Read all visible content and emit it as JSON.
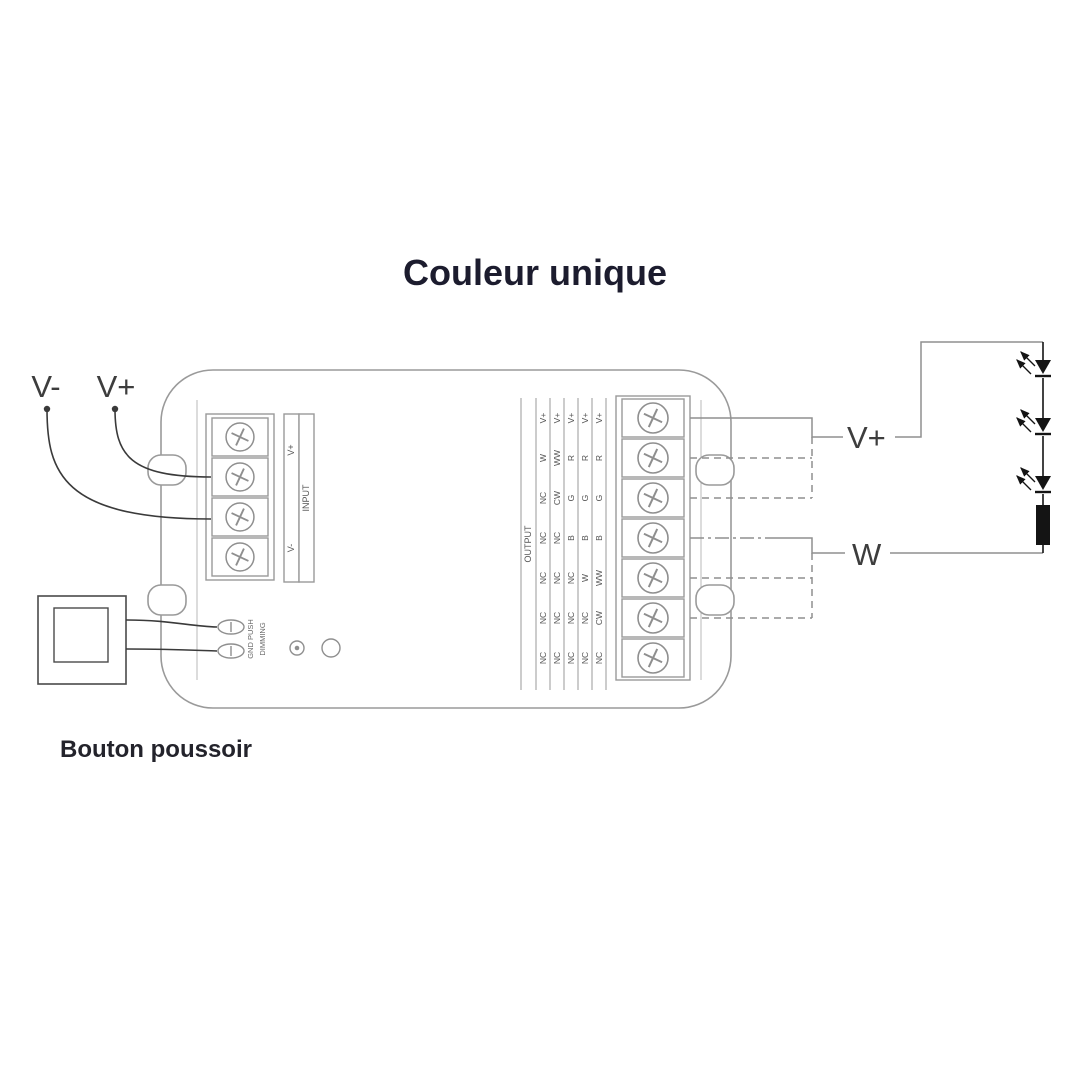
{
  "title": "Couleur unique",
  "push_button": {
    "label": "Bouton poussoir"
  },
  "power_input": {
    "v_minus": "V-",
    "v_plus": "V+"
  },
  "output_connections": {
    "v_plus": "V+",
    "w": "W"
  },
  "device": {
    "input": {
      "label": "INPUT",
      "v_plus": "V+",
      "v_minus": "V-"
    },
    "dimming": {
      "label": "DIMMING",
      "gnd_push": "GND PUSH"
    },
    "output": {
      "label": "OUTPUT",
      "pin_rows": [
        [
          "V+",
          "V+",
          "V+",
          "V+",
          "V+"
        ],
        [
          "W",
          "WW",
          "R",
          "R",
          "R"
        ],
        [
          "NC",
          "CW",
          "G",
          "G",
          "G"
        ],
        [
          "NC",
          "NC",
          "B",
          "B",
          "B"
        ],
        [
          "NC",
          "NC",
          "NC",
          "W",
          "WW"
        ],
        [
          "NC",
          "NC",
          "NC",
          "NC",
          "CW"
        ],
        [
          "NC",
          "NC",
          "NC",
          "NC",
          "NC"
        ]
      ]
    }
  },
  "colors": {
    "title_ink": "#1c1c2e",
    "device_outline": "#9a9a9a",
    "wire_dark": "#3a3a3a",
    "wire_gray": "#8f8f8f",
    "component_black": "#141414"
  }
}
